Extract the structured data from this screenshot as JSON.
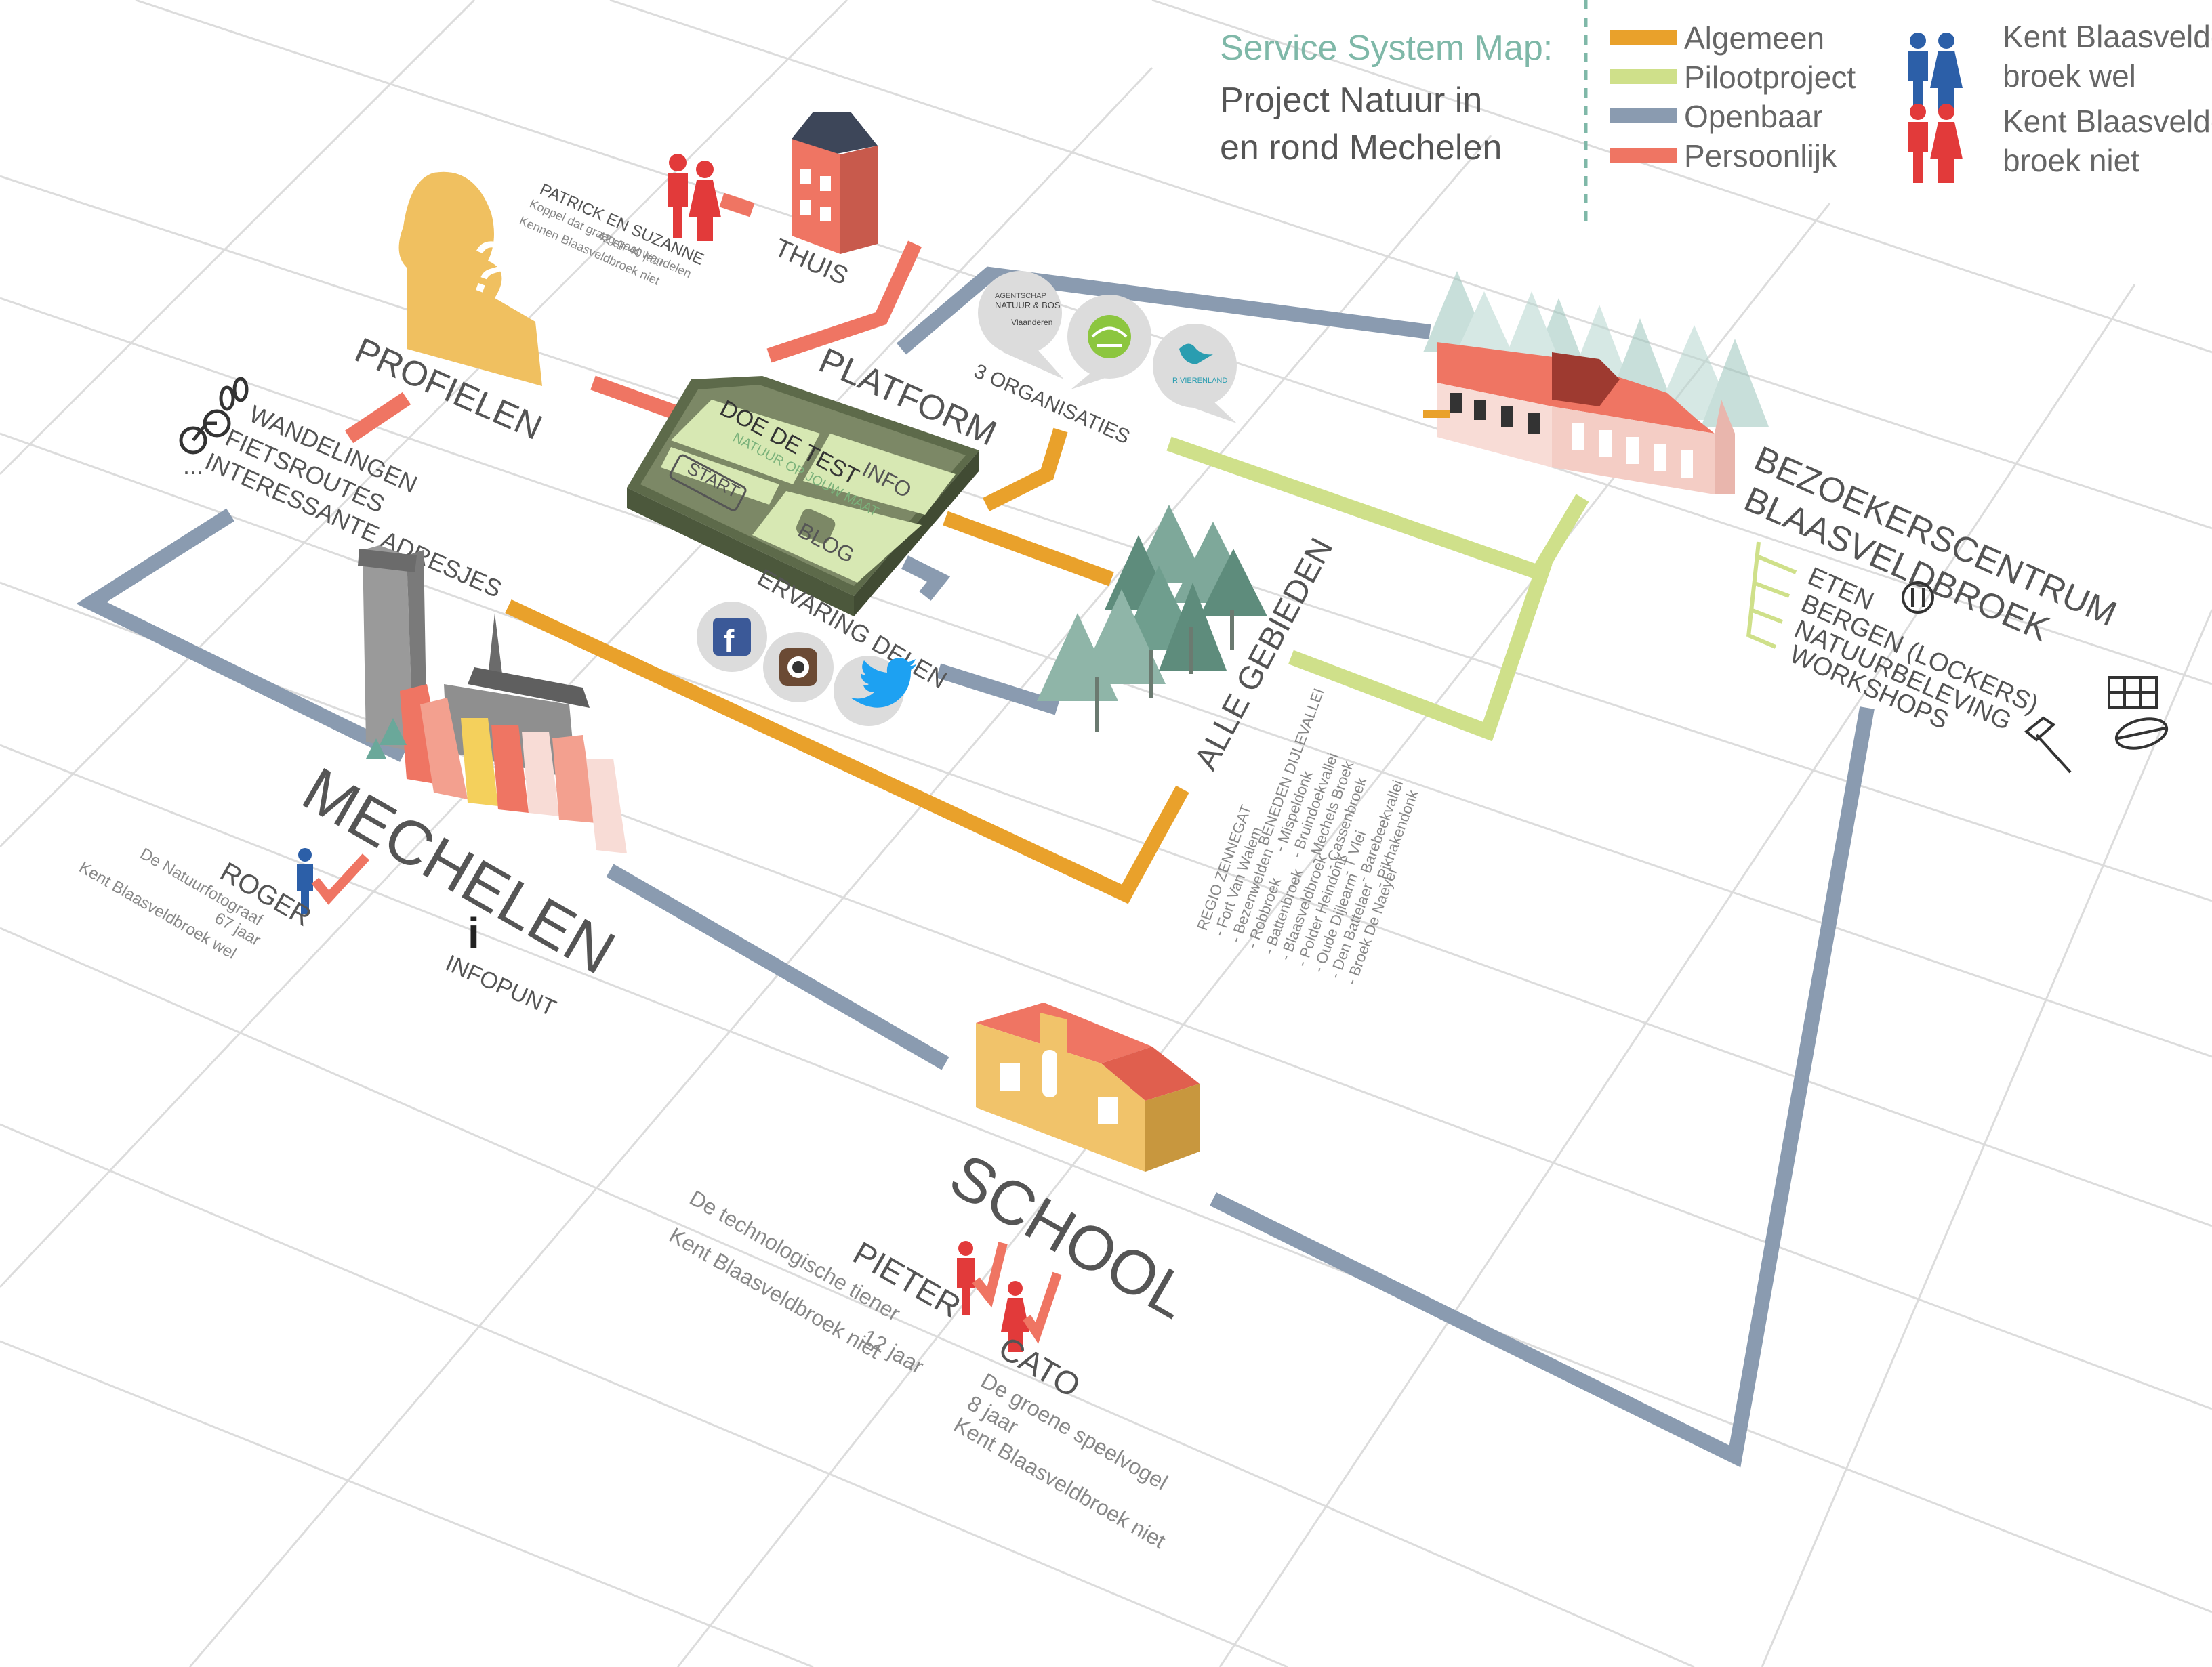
{
  "legend": {
    "title": "Service System Map:",
    "subtitle_line1": "Project Natuur in",
    "subtitle_line2": "en rond Mechelen",
    "items": [
      {
        "label": "Algemeen",
        "color": "#e9a12b"
      },
      {
        "label": "Pilootproject",
        "color": "#cfe08a"
      },
      {
        "label": "Openbaar",
        "color": "#8a9bb0"
      },
      {
        "label": "Persoonlijk",
        "color": "#ef7563"
      }
    ],
    "knows_line1": "Kent Blaasveld-",
    "knows_line2": "broek wel",
    "not_line1": "Kent Blaasveld-",
    "not_line2": "broek niet",
    "knows_color": "#2c5fa8",
    "not_color": "#e23a3a"
  },
  "nodes": {
    "profielen": {
      "label": "PROFIELEN",
      "items": [
        "WANDELINGEN",
        "FIETSROUTES",
        "INTERESSANTE ADRESJES",
        "..."
      ]
    },
    "thuis": {
      "label": "THUIS",
      "persona_name": "PATRICK EN SUZANNE",
      "persona_line1": "Koppel dat graag gaat wandelen",
      "persona_line2": "42 en 40 jaar",
      "persona_line3": "Kennen Blaasveldbroek niet"
    },
    "platform": {
      "label": "PLATFORM",
      "screen_test": "DOE DE TEST",
      "screen_test_sub": "NATUUR OP JOUW MAAT",
      "screen_start": "START",
      "screen_info": "INFO",
      "screen_blog": "BLOG"
    },
    "organisaties": {
      "label": "3 ORGANISATIES",
      "org1_line1": "AGENTSCHAP",
      "org1_line2": "NATUUR & BOS",
      "org1_line3": "Vlaanderen",
      "org3": "RIVIERENLAND"
    },
    "ervaring": {
      "label": "ERVARING DELEN"
    },
    "gebieden": {
      "label": "ALLE GEBIEDEN",
      "region1_title": "REGIO ZENNEGAT",
      "region1": [
        "- Fort Van Walem",
        "- Bezenwelden",
        "- Robbroek",
        "- Battenbroek",
        "- Blaasveldbroek",
        "- Polder Heindonk",
        "- Oude Dijlearm",
        "- Den Battelaer",
        "- Broek De Naeyer"
      ],
      "region2_title": "BENEDEN DIJLEVALLEI",
      "region2": [
        "- Mispeldonk",
        "- Bruindoekvallei",
        "- Mechels Broek",
        "- Cassenbroek",
        "- T Vlei",
        "- Barebeekvallei",
        "- Pikhakendonk"
      ]
    },
    "bezoekerscentrum": {
      "label_line1": "BEZOEKERSCENTRUM",
      "label_line2": "BLAASVELDBROEK",
      "items": [
        "ETEN",
        "BERGEN (LOCKERS)",
        "NATUURBELEVING",
        "WORKSHOPS"
      ]
    },
    "mechelen": {
      "label": "MECHELEN",
      "persona_name": "ROGER",
      "persona_line1": "De Natuurfotograaf",
      "persona_line2": "67 jaar",
      "persona_line3": "Kent Blaasveldbroek wel",
      "infopunt": "INFOPUNT",
      "info_icon": "i"
    },
    "school": {
      "label": "SCHOOL",
      "pieter_name": "PIETER",
      "pieter_line1": "De technologische tiener",
      "pieter_line2": "12 jaar",
      "pieter_line3": "Kent Blaasveldbroek niet",
      "cato_name": "CATO",
      "cato_line1": "De groene speelvogel",
      "cato_line2": "8 jaar",
      "cato_line3": "Kent Blaasveldbroek niet"
    }
  }
}
